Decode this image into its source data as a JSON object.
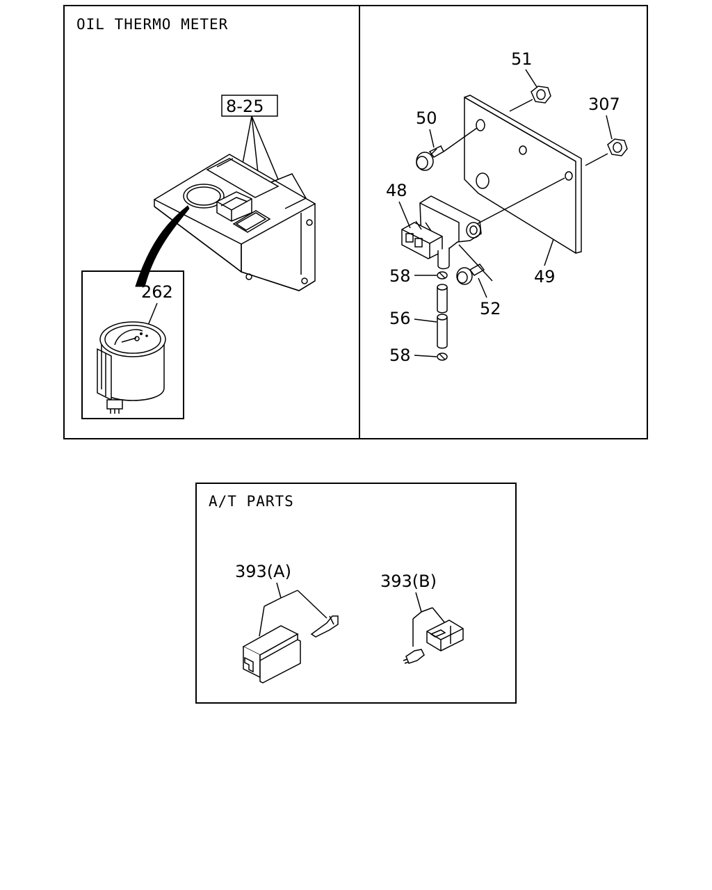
{
  "panels": {
    "oil_thermo_meter": {
      "title": "OIL THERMO METER",
      "ref_label": "8-25",
      "part_meter": "262"
    },
    "sender_assembly": {
      "parts": {
        "bolt_upper": "50",
        "nut_upper": "51",
        "nut_right": "307",
        "sender": "48",
        "bracket": "49",
        "bolt_lower": "52",
        "clip_upper": "58",
        "hose": "56",
        "clip_lower": "58"
      }
    },
    "at_parts": {
      "title": "A/T PARTS",
      "part_a": "393(A)",
      "part_b": "393(B)"
    }
  }
}
